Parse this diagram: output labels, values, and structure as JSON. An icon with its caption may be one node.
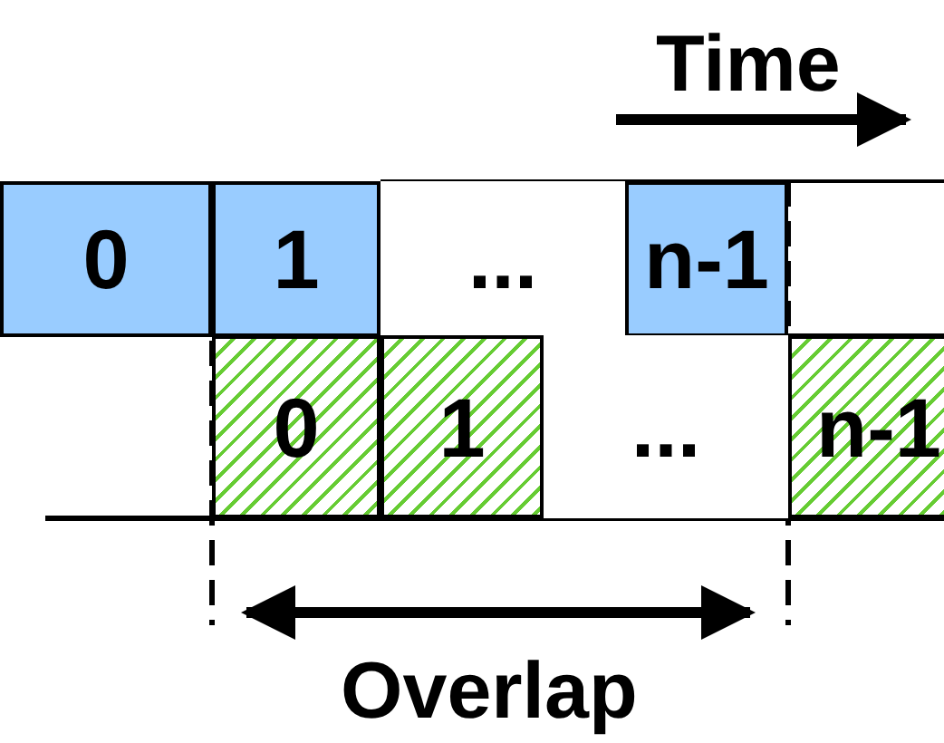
{
  "diagram": {
    "title": "Time",
    "nodes": [
      {
        "text": [
          "0"
        ]
      },
      {
        "text": [
          "1"
        ]
      },
      {
        "text": [
          "..."
        ]
      },
      {
        "text": [
          "n-1"
        ]
      },
      {
        "text": [
          "0"
        ]
      },
      {
        "text": [
          "1"
        ]
      },
      {
        "text": [
          "..."
        ]
      },
      {
        "text": [
          "n-1"
        ]
      }
    ],
    "labels": [
      "Overlap"
    ]
  }
}
